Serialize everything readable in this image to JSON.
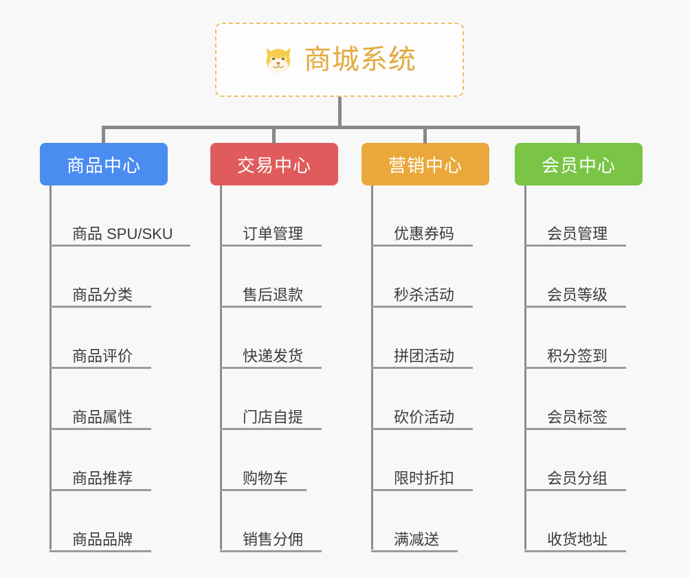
{
  "background_color": "#f8f8f8",
  "root": {
    "title": "商城系统",
    "icon": "shiba-dog-icon",
    "title_color": "#e2aa3f",
    "border_color": "#eec06a"
  },
  "connector_color": "#888888",
  "columns": [
    {
      "id": "product-center",
      "label": "商品中心",
      "color": "#4a8cf0",
      "items": [
        {
          "label": "商品 SPU/SKU",
          "underline_width": 205
        },
        {
          "label": "商品分类",
          "underline_width": 148
        },
        {
          "label": "商品评价",
          "underline_width": 148
        },
        {
          "label": "商品属性",
          "underline_width": 148
        },
        {
          "label": "商品推荐",
          "underline_width": 148
        },
        {
          "label": "商品品牌",
          "underline_width": 148
        }
      ]
    },
    {
      "id": "trade-center",
      "label": "交易中心",
      "color": "#e05c5c",
      "items": [
        {
          "label": "订单管理",
          "underline_width": 148
        },
        {
          "label": "售后退款",
          "underline_width": 148
        },
        {
          "label": "快递发货",
          "underline_width": 148
        },
        {
          "label": "门店自提",
          "underline_width": 148
        },
        {
          "label": "购物车",
          "underline_width": 126
        },
        {
          "label": "销售分佣",
          "underline_width": 148
        }
      ]
    },
    {
      "id": "marketing-center",
      "label": "营销中心",
      "color": "#eaa83c",
      "items": [
        {
          "label": "优惠券码",
          "underline_width": 148
        },
        {
          "label": "秒杀活动",
          "underline_width": 148
        },
        {
          "label": "拼团活动",
          "underline_width": 148
        },
        {
          "label": "砍价活动",
          "underline_width": 148
        },
        {
          "label": "限时折扣",
          "underline_width": 148
        },
        {
          "label": "满减送",
          "underline_width": 126
        }
      ]
    },
    {
      "id": "member-center",
      "label": "会员中心",
      "color": "#7ac546",
      "items": [
        {
          "label": "会员管理",
          "underline_width": 148
        },
        {
          "label": "会员等级",
          "underline_width": 148
        },
        {
          "label": "积分签到",
          "underline_width": 148
        },
        {
          "label": "会员标签",
          "underline_width": 148
        },
        {
          "label": "会员分组",
          "underline_width": 148
        },
        {
          "label": "收货地址",
          "underline_width": 148
        }
      ]
    }
  ]
}
